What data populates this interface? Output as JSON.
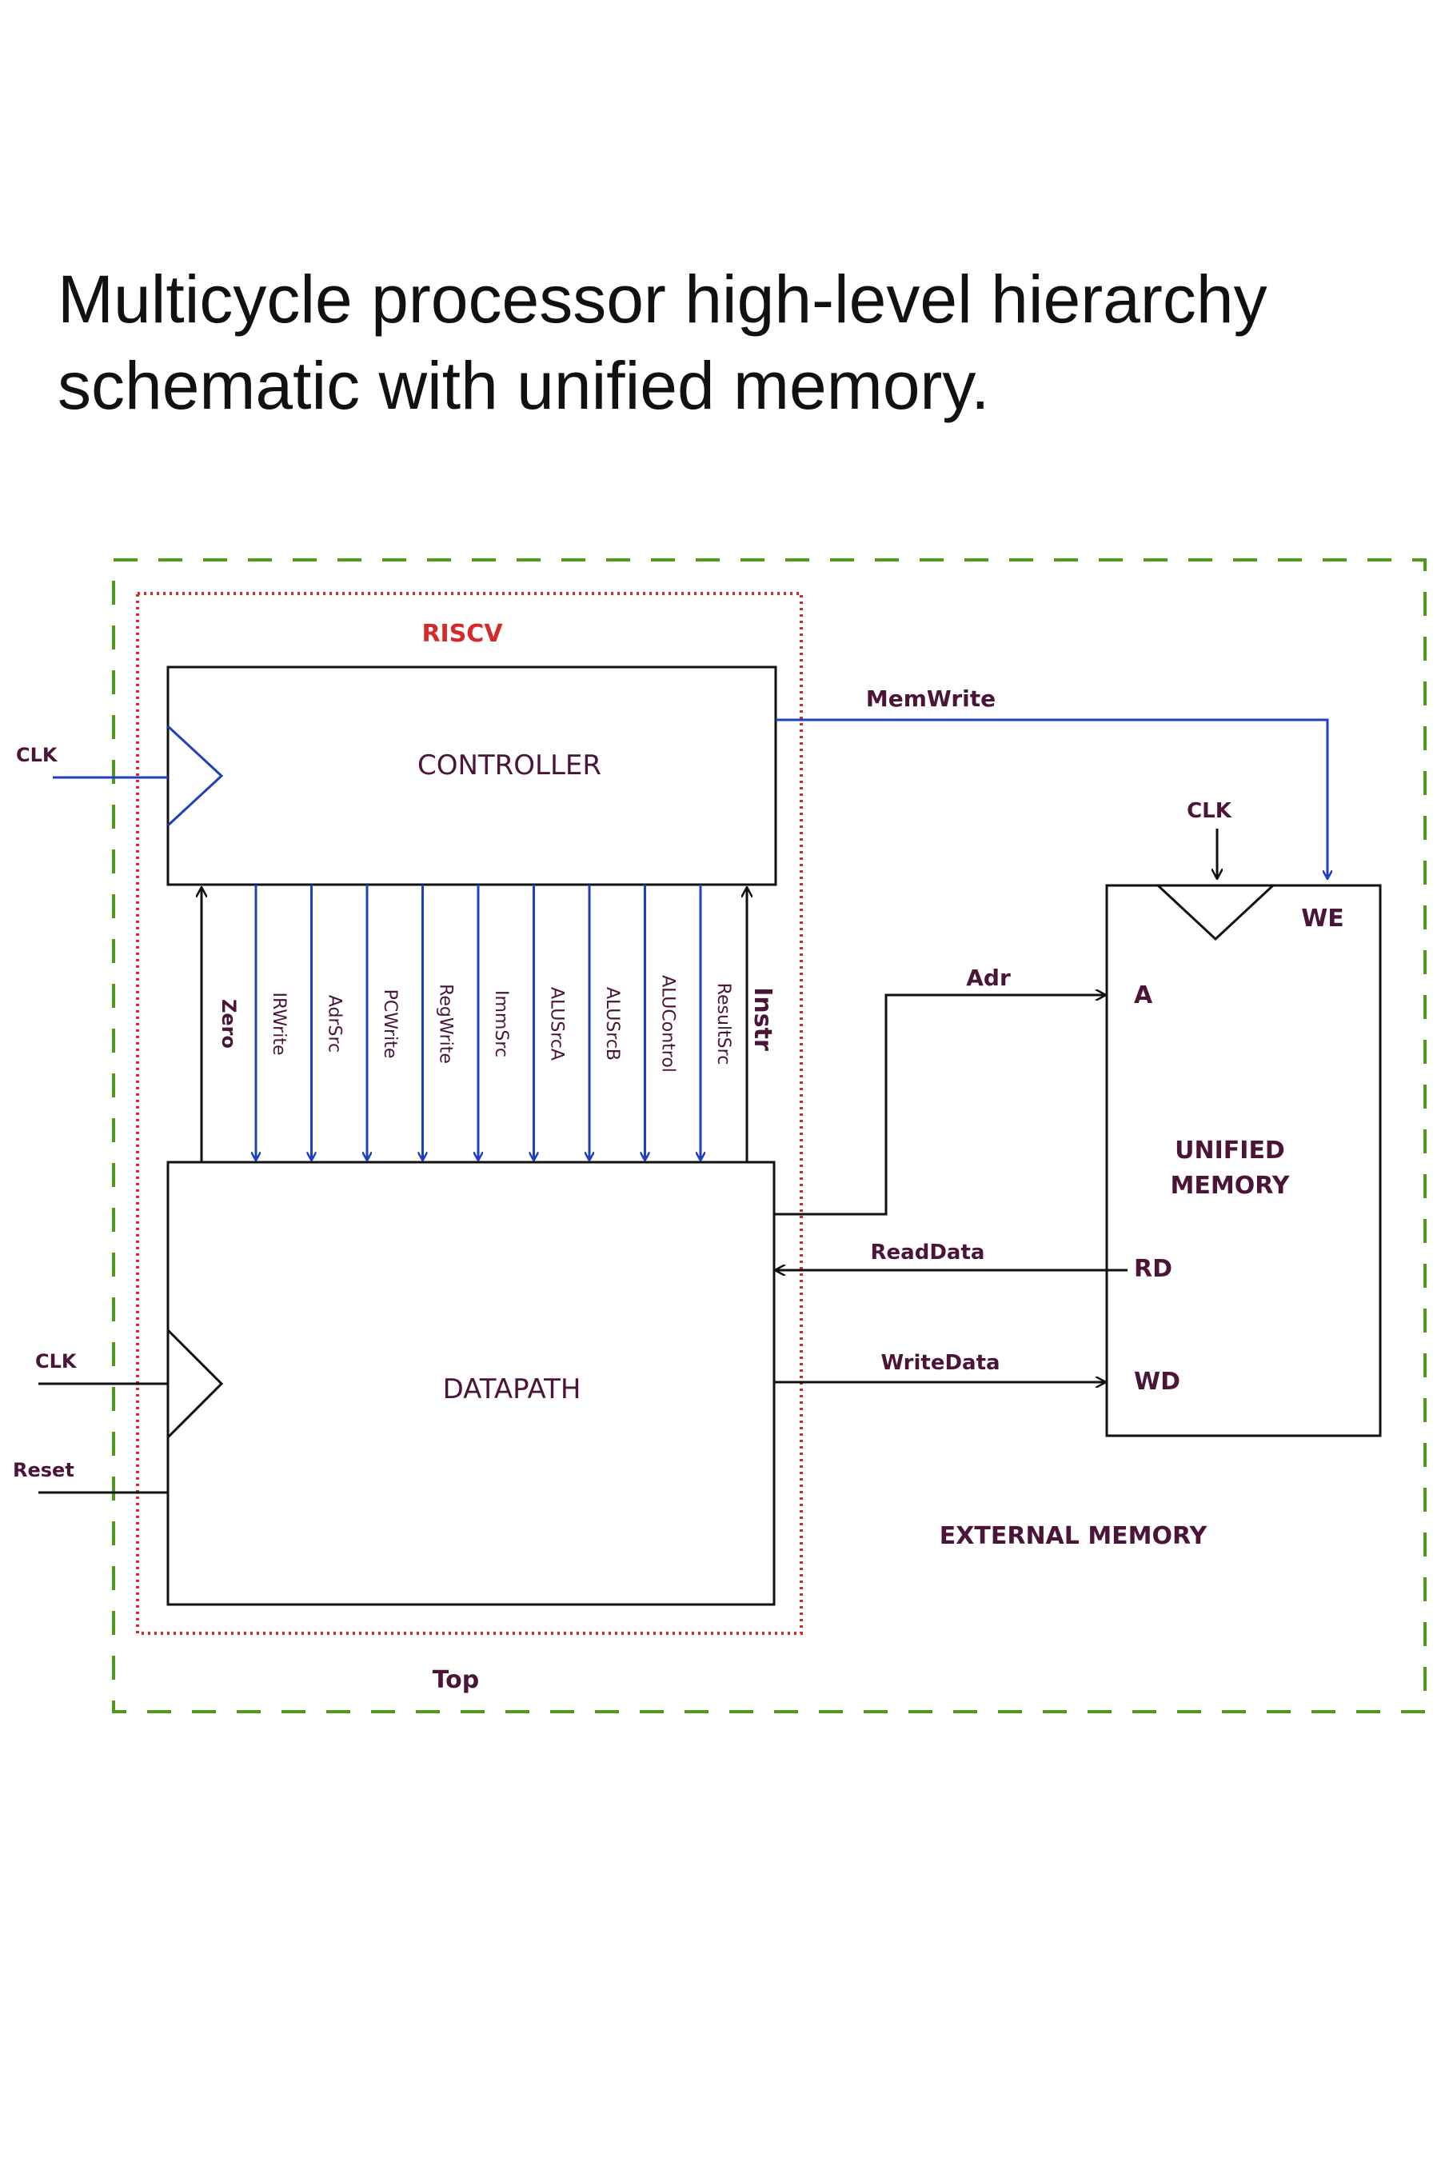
{
  "caption": {
    "line1": "Multicycle processor high-level hierarchy",
    "line2": "schematic with unified memory."
  },
  "colors": {
    "wire_black": "#111111",
    "wire_blue": "#1f3fbf",
    "label_purple": "#4a1538",
    "riscv_red": "#d42a2a",
    "top_green": "#4f9a1e"
  },
  "labels": {
    "riscv": "RISCV",
    "top": "Top",
    "external_memory": "EXTERNAL MEMORY",
    "controller": "CONTROLLER",
    "datapath": "DATAPATH",
    "unified_memory_line1": "UNIFIED",
    "unified_memory_line2": "MEMORY",
    "clk_controller": "CLK",
    "clk_datapath": "CLK",
    "clk_memory": "CLK",
    "reset": "Reset",
    "memwrite": "MemWrite",
    "we": "WE",
    "adr": "Adr",
    "port_a": "A",
    "readdata": "ReadData",
    "port_rd": "RD",
    "writedata": "WriteData",
    "port_wd": "WD"
  },
  "control_signals": [
    "IRWrite",
    "AdrSrc",
    "PCWrite",
    "RegWrite",
    "ImmSrc",
    "ALUSrcA",
    "ALUSrcB",
    "ALUControl",
    "ResultSrc"
  ],
  "status_signals": {
    "zero": "Zero",
    "instr": "Instr"
  }
}
